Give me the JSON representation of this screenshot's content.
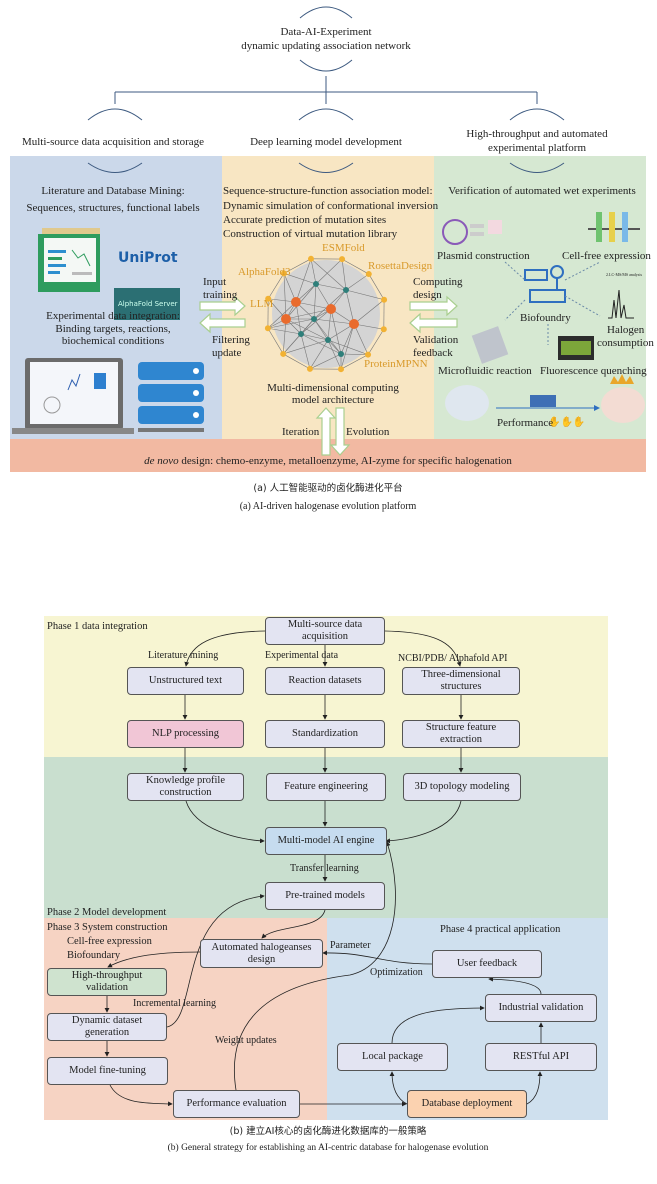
{
  "part_a": {
    "title_line1": "Data-AI-Experiment",
    "title_line2": "dynamic updating association network",
    "columns": [
      {
        "header": "Multi-source data acquisition and storage"
      },
      {
        "header": "Deep learning model development"
      },
      {
        "header_line1": "High-throughput and automated",
        "header_line2": "experimental platform"
      }
    ],
    "left": {
      "mining_title": "Literature and Database Mining:",
      "mining_sub": "Sequences, structures, functional labels",
      "uniprot_logo": "UniProt",
      "alphafold_logo": "AlphaFold Server",
      "exp_title": "Experimental data integration:",
      "exp_sub1": "Binding targets, reactions,",
      "exp_sub2": "biochemical conditions"
    },
    "center": {
      "lines": [
        "Sequence-structure-function association model:",
        "Dynamic simulation of conformational inversion",
        "Accurate prediction of mutation sites",
        "Construction of virtual mutation library"
      ],
      "tools": [
        "ESMFold",
        "RosettaDesign",
        "AlphaFold3",
        "LLM",
        "ProteinMPNN"
      ],
      "arch_line1": "Multi-dimensional computing",
      "arch_line2": "model architecture",
      "iteration": "Iteration",
      "evolution": "Evolution"
    },
    "arrows_left": {
      "input_1": "Input",
      "input_2": "training",
      "filter_1": "Filtering",
      "filter_2": "update"
    },
    "arrows_right": {
      "compute_1": "Computing",
      "compute_2": "design",
      "valid_1": "Validation",
      "valid_2": "feedback"
    },
    "right": {
      "title": "Verification of automated wet experiments",
      "plasmid": "Plasmid construction",
      "cellfree": "Cell-free expression",
      "biofoundry": "Biofoundry",
      "halogen_1": "Halogen",
      "halogen_2": "consumption",
      "microfluidic": "Microfluidic reaction",
      "fluorescence": "Fluorescence quenching",
      "performance": "Performance",
      "chrom_label": "2.LC-MS/MS analysis"
    },
    "bottom_italic": "de novo",
    "bottom_rest": " design: chemo-enzyme, metalloenzyme, AI-zyme for specific halogenation",
    "caption_cn": "(a) 人工智能驱动的卤化酶进化平台",
    "caption_en": "(a) AI-driven halogenase evolution platform",
    "colors": {
      "blue_panel": "#cbd8ea",
      "yellow_panel": "#f8e6c3",
      "green_panel": "#d6e8d2",
      "bottom_band": "#f2b9a2",
      "tool_text": "#d99a2b"
    }
  },
  "part_b": {
    "phases": {
      "p1": "Phase 1 data integration",
      "p2": "Phase 2 Model development",
      "p3": "Phase 3 System construction",
      "p3_sub1": "Cell-free expression",
      "p3_sub2": "Biofoundary",
      "p4": "Phase 4 practical application"
    },
    "boxes": {
      "multi_source": "Multi-source data acquisition",
      "unstructured": "Unstructured text",
      "reaction": "Reaction datasets",
      "three_d": "Three-dimensional structures",
      "nlp": "NLP processing",
      "standard": "Standardization",
      "struct_feat": "Structure feature extraction",
      "knowledge": "Knowledge profile construction",
      "feature_eng": "Feature engineering",
      "topology": "3D topology modeling",
      "engine": "Multi-model AI engine",
      "pretrained": "Pre-trained models",
      "auto_design": "Automated halogeanses design",
      "htp": "High-throughput validation",
      "dynamic": "Dynamic dataset generation",
      "finetune": "Model fine-tuning",
      "perf": "Performance evaluation",
      "db": "Database deployment",
      "local": "Local package",
      "rest": "RESTful API",
      "industrial": "Industrial validation",
      "feedback": "User feedback"
    },
    "edge_labels": {
      "lit": "Literature mining",
      "exp": "Experimental data",
      "ncbi": "NCBI/PDB/  Alphafold API",
      "transfer": "Transfer learning",
      "parameter": "Parameter",
      "optimization": "Optimization",
      "incremental": "Incremental learning",
      "weight": "Weight updates"
    },
    "caption_cn": "(b) 建立AI核心的卤化酶进化数据库的一般策略",
    "caption_en": "(b) General strategy for establishing an AI-centric database for halogenase evolution",
    "colors": {
      "phase1": "#f7f5d2",
      "phase2": "#c9dfcf",
      "phase3": "#f6d3c3",
      "phase4": "#cfe0ee",
      "box": "#e3e4f2",
      "nlp": "#f1c6d6",
      "engine": "#c6dcef",
      "htp": "#cfe3cf",
      "db": "#fbd2b0"
    }
  }
}
